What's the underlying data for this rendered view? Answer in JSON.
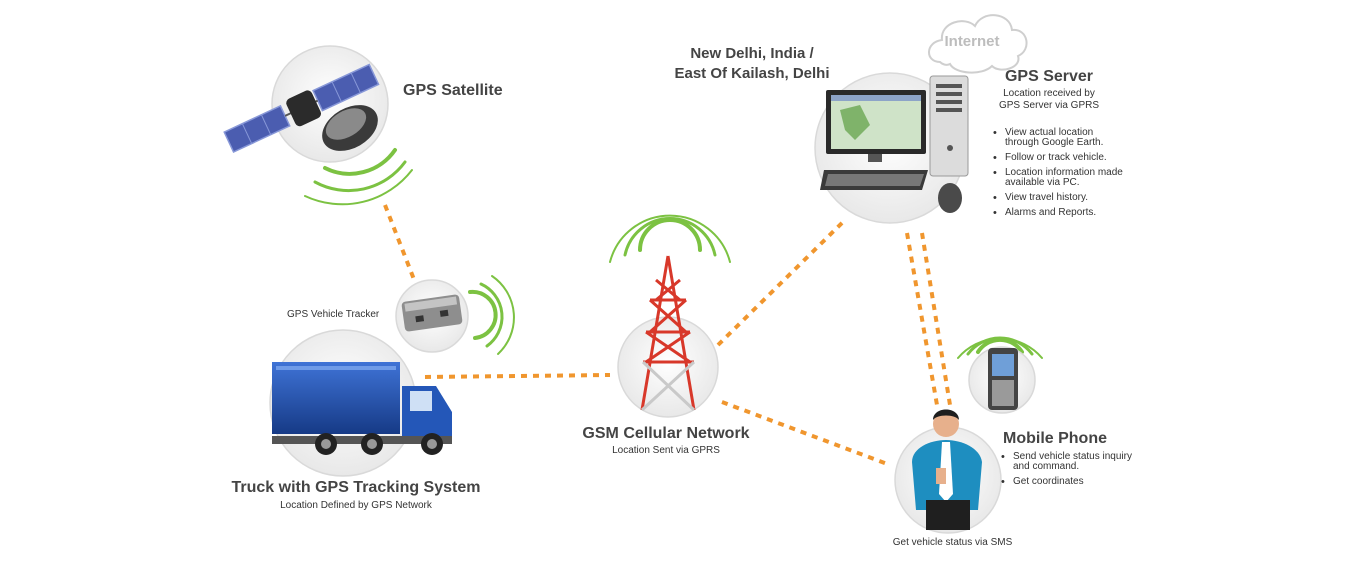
{
  "satellite": {
    "title": "GPS Satellite"
  },
  "location": {
    "line1": "New Delhi, India /",
    "line2": "East Of Kailash, Delhi"
  },
  "internet": {
    "label": "Internet"
  },
  "server": {
    "title": "GPS Server",
    "subtitle_line1": "Location received by",
    "subtitle_line2": "GPS Server via GPRS",
    "bullets": [
      "View actual location through Google Earth.",
      "Follow or track vehicle.",
      "Location information made available via PC.",
      "View travel history.",
      "Alarms and Reports."
    ]
  },
  "tracker": {
    "label": "GPS Vehicle Tracker"
  },
  "gsm": {
    "title": "GSM Cellular Network",
    "subtitle": "Location Sent via GPRS"
  },
  "truck": {
    "title": "Truck with GPS Tracking System",
    "subtitle": "Location Defined by GPS Network"
  },
  "mobile": {
    "title": "Mobile Phone",
    "bullets": [
      "Send vehicle status inquiry and command.",
      "Get coordinates"
    ]
  },
  "person": {
    "caption": "Get vehicle status via SMS"
  },
  "colors": {
    "link": "#f0962e",
    "signal": "#7cc242",
    "circle": "#e9e9e9",
    "truck_blue": "#1f4fa8"
  }
}
